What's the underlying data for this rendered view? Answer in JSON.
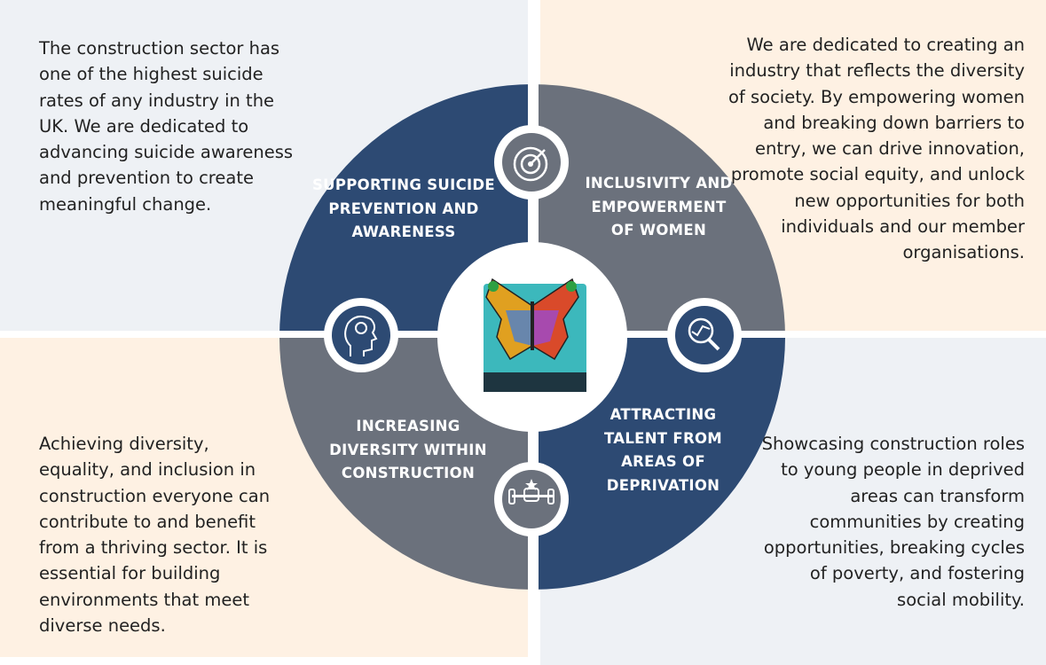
{
  "panels": {
    "top_left": "The construction sector has one of the highest suicide rates of any industry in the UK. We are dedicated to advancing suicide awareness and prevention to create meaningful change.",
    "top_right": "We are dedicated to creating an industry that reflects the diversity of society. By empowering women and breaking down barriers to entry, we can drive innovation, promote social equity, and unlock new opportunities for both individuals and our member organisations.",
    "bottom_left": "Achieving diversity, equality, and inclusion in construction everyone can contribute to and benefit from a thriving sector. It is essential for building environments that meet diverse needs.",
    "bottom_right": "Showcasing construction roles to young people in deprived areas can transform communities by creating opportunities, breaking cycles of poverty, and fostering social mobility."
  },
  "wheel": {
    "segments": [
      {
        "label": "SUPPORTING SUICIDE PREVENTION AND AWARENESS",
        "icon": "target-icon",
        "color": "#2d4a73"
      },
      {
        "label": "INCLUSIVITY AND EMPOWERMENT OF WOMEN",
        "icon": "analytics-search-icon",
        "color": "#6b717c"
      },
      {
        "label": "INCREASING DIVERSITY WITHIN CONSTRUCTION",
        "icon": "mind-gear-icon",
        "color": "#6b717c"
      },
      {
        "label": "ATTRACTING TALENT FROM AREAS OF DEPRIVATION",
        "icon": "strength-fist-icon",
        "color": "#2d4a73"
      }
    ],
    "center_logo": "butterfly-logo"
  }
}
